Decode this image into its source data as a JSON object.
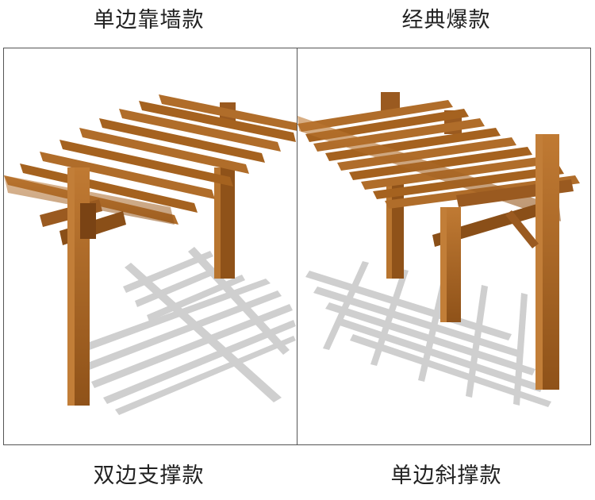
{
  "labels": {
    "top_left": "单边靠墙款",
    "top_right": "经典爆款",
    "bottom_left": "双边支撑款",
    "bottom_right": "单边斜撑款"
  },
  "colors": {
    "wood_light": "#b8752f",
    "wood_mid": "#9a5a20",
    "wood_dark": "#6e3d12",
    "shadow": "#cfcfcf",
    "border": "#555555"
  }
}
